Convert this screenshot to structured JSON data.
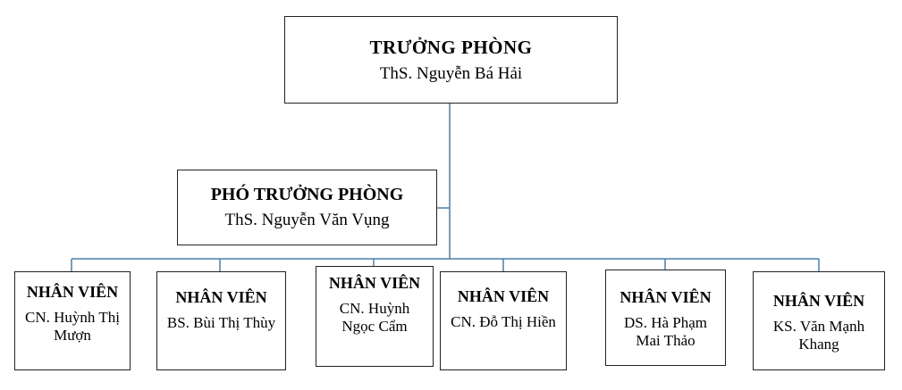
{
  "head": {
    "role": "TRƯỞNG PHÒNG",
    "person": "ThS. Nguyễn Bá Hải"
  },
  "deputy": {
    "role": "PHÓ TRƯỞNG PHÒNG",
    "person": "ThS. Nguyễn Văn Vụng"
  },
  "staff": [
    {
      "role": "NHÂN VIÊN",
      "person_lines": [
        "CN. Huỳnh Thị",
        "Mượn"
      ]
    },
    {
      "role": "NHÂN VIÊN",
      "person_lines": [
        "BS. Bùi Thị Thùy"
      ]
    },
    {
      "role": "NHÂN VIÊN",
      "person_lines": [
        "CN. Huỳnh",
        "Ngọc Cẩm"
      ]
    },
    {
      "role": "NHÂN VIÊN",
      "person_lines": [
        "CN. Đỗ Thị Hiền"
      ]
    },
    {
      "role": "NHÂN VIÊN",
      "person_lines": [
        "DS. Hà Phạm",
        "Mai Thảo"
      ]
    },
    {
      "role": "NHÂN VIÊN",
      "person_lines": [
        "KS. Văn Mạnh",
        "Khang"
      ]
    }
  ],
  "colors": {
    "connector": "#4a7ea8",
    "border": "#222222"
  }
}
